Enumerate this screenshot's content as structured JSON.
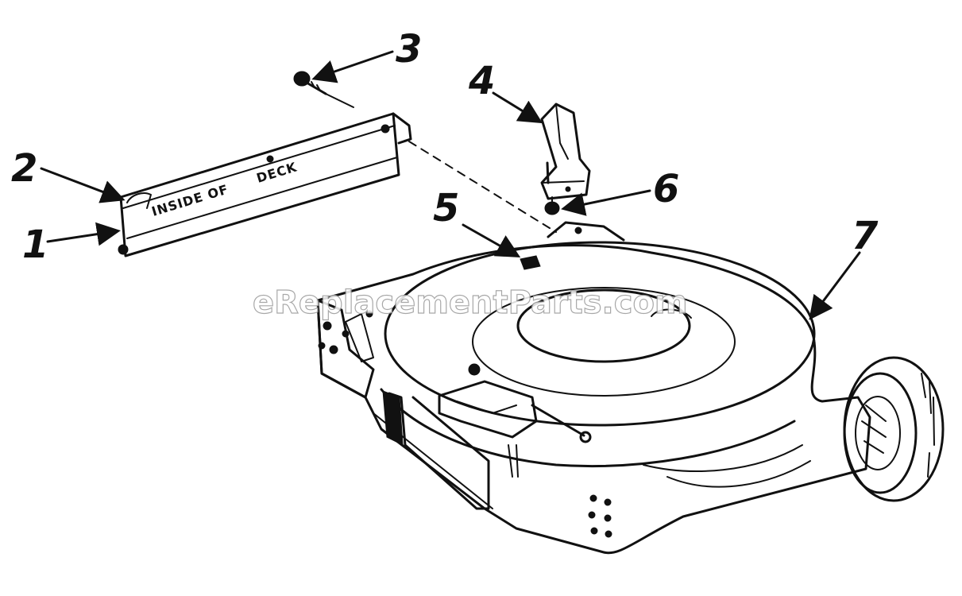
{
  "callouts": {
    "c1": "1",
    "c2": "2",
    "c3": "3",
    "c4": "4",
    "c5": "5",
    "c6": "6",
    "c7": "7"
  },
  "part_text": {
    "inside_of": "INSIDE OF",
    "deck": "DECK"
  },
  "watermark": "eReplacementParts.com"
}
